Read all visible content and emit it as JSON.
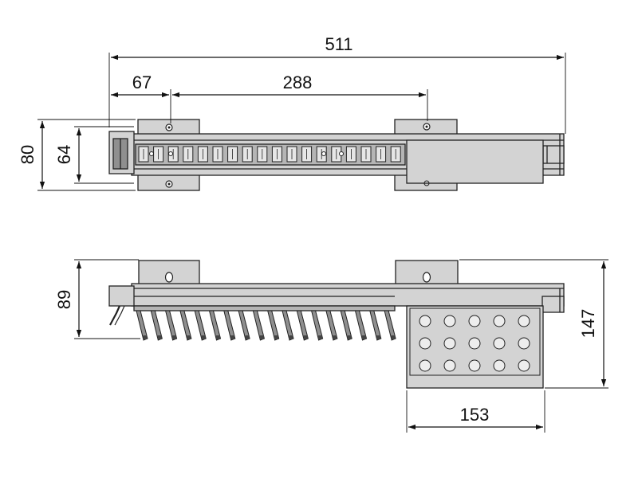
{
  "dimensions": {
    "overall_length": "511",
    "bracket_offset": "67",
    "bracket_spacing": "288",
    "total_depth": "80",
    "rail_depth": "64",
    "rail_height": "89",
    "total_height": "147",
    "basket_width": "153"
  },
  "colors": {
    "part_fill": "#d3d3d3",
    "part_dark": "#8f8f8f",
    "line": "#111111"
  }
}
